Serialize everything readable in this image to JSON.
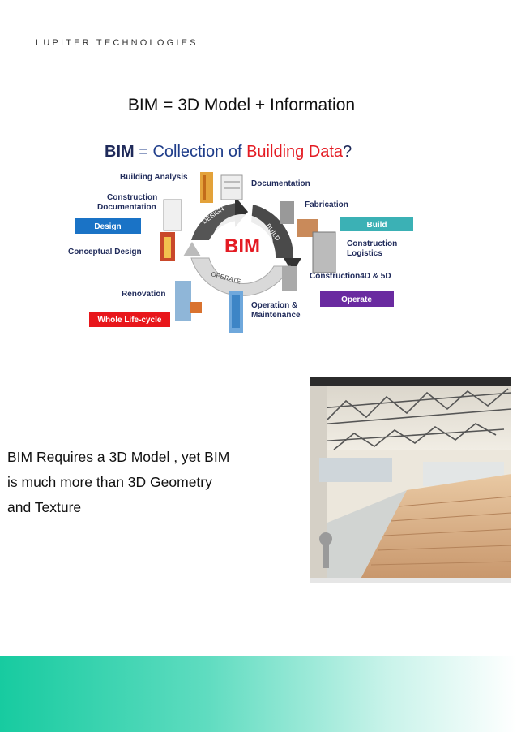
{
  "header": {
    "brand": "LUPITER TECHNOLOGIES"
  },
  "main": {
    "title": "BIM = 3D Model + Information",
    "side_text_lines": [
      "BIM Requires a 3D Model , yet BIM",
      "is much more  than  3D Geometry",
      "and Texture"
    ]
  },
  "diagram": {
    "heading_bim": "BIM",
    "heading_eq": " = Collection of ",
    "heading_building": "Building Data",
    "heading_q": "?",
    "center": "BIM",
    "arrow_design": "DESIGN",
    "arrow_build": "BUILD",
    "arrow_operate": "OPERATE",
    "labels": {
      "building_analysis": "Building Analysis",
      "construction_documentation_1": "Construction",
      "construction_documentation_2": "Documentation",
      "documentation": "Documentation",
      "fabrication": "Fabrication",
      "conceptual_design": "Conceptual Design",
      "construction_logistics_1": "Construction",
      "construction_logistics_2": "Logistics",
      "construction_4d5d": "Construction4D & 5D",
      "renovation": "Renovation",
      "operation_maintenance_1": "Operation &",
      "operation_maintenance_2": "Maintenance"
    },
    "tags": {
      "design": "Design",
      "build": "Build",
      "operate": "Operate",
      "whole_life_cycle": "Whole Life-cycle"
    },
    "colors": {
      "bim_red": "#e41b23",
      "navy": "#1f2a5a",
      "design_blue": "#1a73c6",
      "build_teal": "#3bb1b5",
      "operate_purple": "#6a2aa0",
      "lifecycle_red": "#e8161b"
    }
  },
  "footer": {
    "gradient_start": "#17cba0",
    "gradient_end": "#ffffff"
  }
}
